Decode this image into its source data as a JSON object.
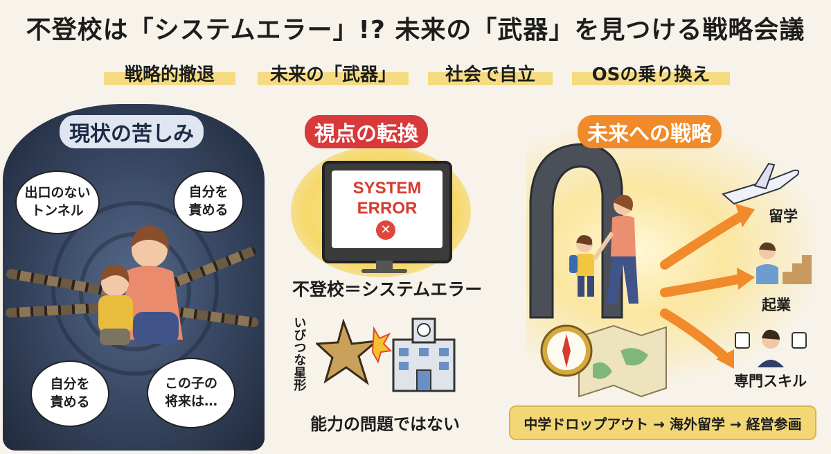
{
  "title": "不登校は「システムエラー」!? 未来の「武器」を見つける戦略会議",
  "keywords": [
    "戦略的撤退",
    "未来の「武器」",
    "社会で自立",
    "OSの乗り換え"
  ],
  "left": {
    "label": "現状の苦しみ",
    "bubbles": [
      "出口のない\nトンネル",
      "自分を\n責める",
      "自分を\n責める",
      "この子の\n将来は…"
    ]
  },
  "middle": {
    "label": "視点の転換",
    "screen_text": "SYSTEM\nERROR",
    "equation": "不登校＝システムエラー",
    "star_label": "いびつな星形",
    "caption": "能力の問題ではない"
  },
  "right": {
    "label": "未来への戦略",
    "options": [
      "留学",
      "起業",
      "専門スキル"
    ],
    "banner": "中学ドロップアウト → 海外留学 → 経営参画"
  },
  "colors": {
    "left_label": "#dfe6f2",
    "middle_label": "#d8393a",
    "right_label": "#f08a2a",
    "keyword_highlight": "#f5dc82",
    "arrow_dark": "#2f3d5c",
    "arrow_orange": "#f08a2a"
  }
}
